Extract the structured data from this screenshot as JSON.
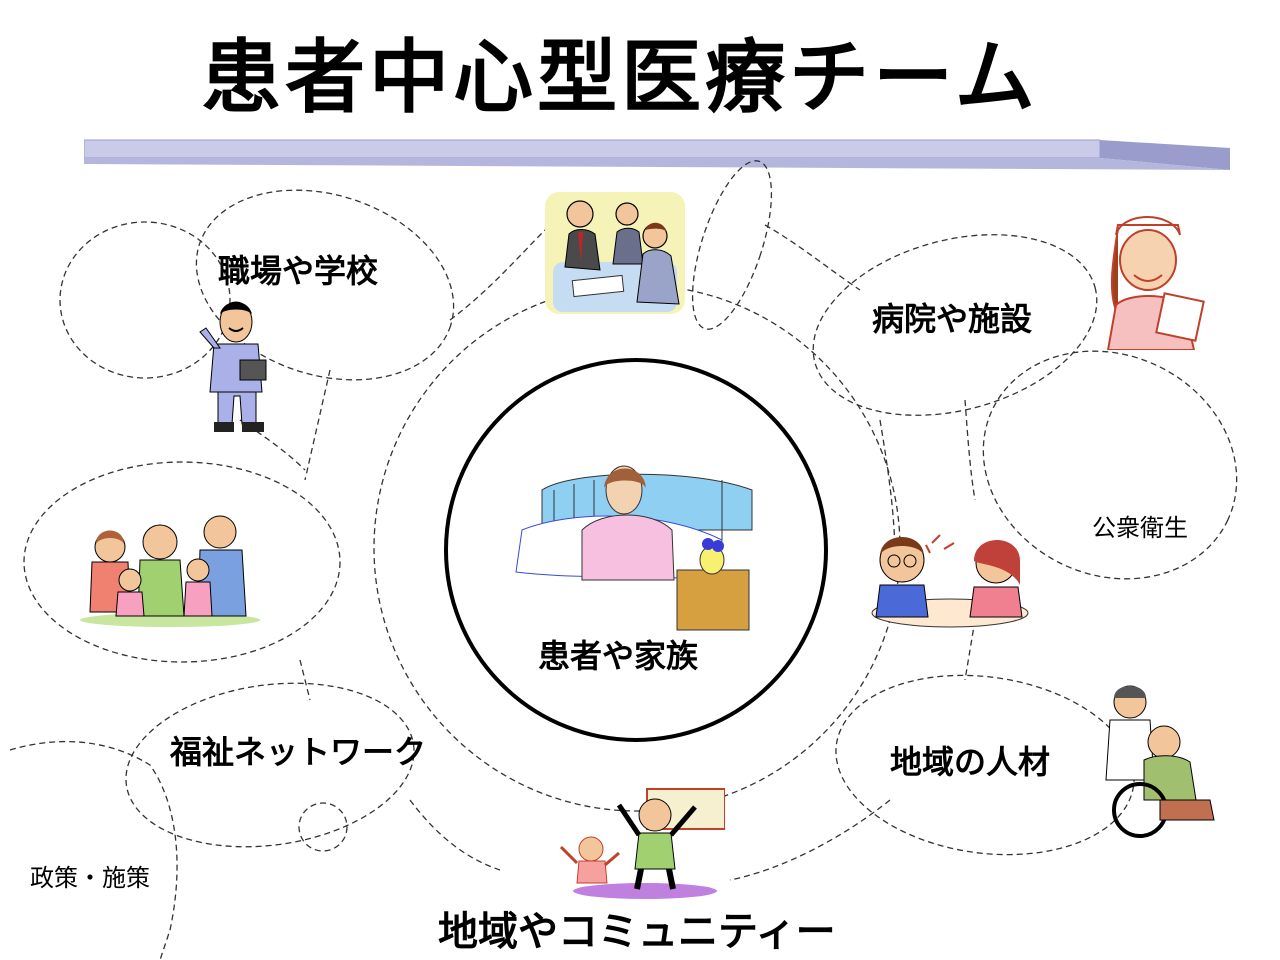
{
  "title": "患者中心型医療チーム",
  "center": {
    "label": "患者や家族"
  },
  "groups": {
    "workplace_school": "職場や学校",
    "hospital_facility": "病院や施設",
    "public_health": "公衆衛生",
    "welfare_network": "福祉ネットワーク",
    "local_talent": "地域の人材",
    "policy": "政策・施策",
    "community": "地域やコミュニティー"
  },
  "icons": {
    "meeting": "business-meeting-icon",
    "teacher": "teacher-icon",
    "family": "family-icon",
    "nurse": "nurse-icon",
    "patient": "patient-in-bed-icon",
    "consultation": "consultation-icon",
    "caregiver": "wheelchair-caregiver-icon",
    "children": "children-playing-icon"
  },
  "colors": {
    "bar_light": "#c9cbe8",
    "bar_dark": "#9a9ccb",
    "circle": "#000000"
  }
}
